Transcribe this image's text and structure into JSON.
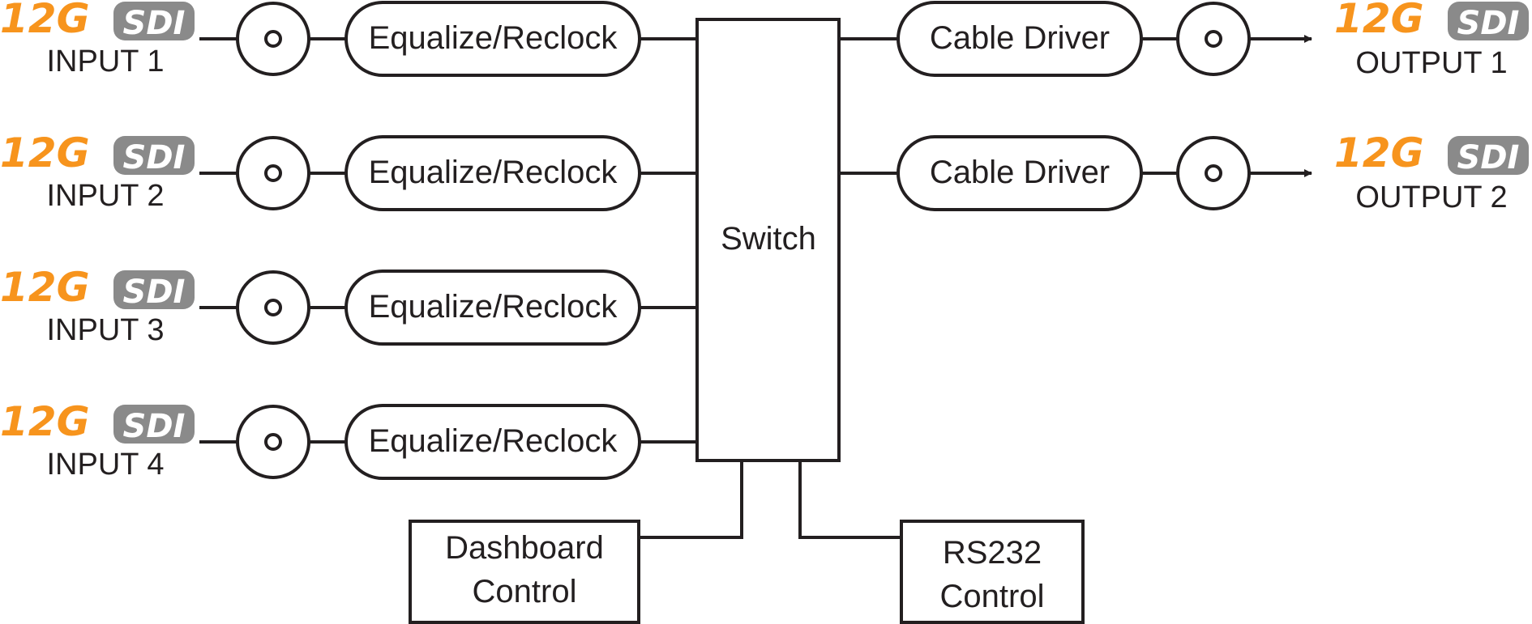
{
  "colors": {
    "logo_orange": "#f7941d",
    "logo_grey": "#8a8a8a",
    "line": "#231f20"
  },
  "logo": {
    "prefix": "12G",
    "suffix": "SDI"
  },
  "inputs": [
    {
      "label": "INPUT 1",
      "processor": "Equalize/Reclock",
      "connector_icon": "bnc-connector-icon"
    },
    {
      "label": "INPUT 2",
      "processor": "Equalize/Reclock",
      "connector_icon": "bnc-connector-icon"
    },
    {
      "label": "INPUT 3",
      "processor": "Equalize/Reclock",
      "connector_icon": "bnc-connector-icon"
    },
    {
      "label": "INPUT 4",
      "processor": "Equalize/Reclock",
      "connector_icon": "bnc-connector-icon"
    }
  ],
  "switch": {
    "label": "Switch"
  },
  "outputs": [
    {
      "label": "OUTPUT 1",
      "driver": "Cable Driver",
      "connector_icon": "bnc-connector-icon"
    },
    {
      "label": "OUTPUT 2",
      "driver": "Cable Driver",
      "connector_icon": "bnc-connector-icon"
    }
  ],
  "controls": {
    "dashboard": {
      "line1": "Dashboard",
      "line2": "Control"
    },
    "rs232": {
      "line1": "RS232",
      "line2": "Control"
    }
  }
}
